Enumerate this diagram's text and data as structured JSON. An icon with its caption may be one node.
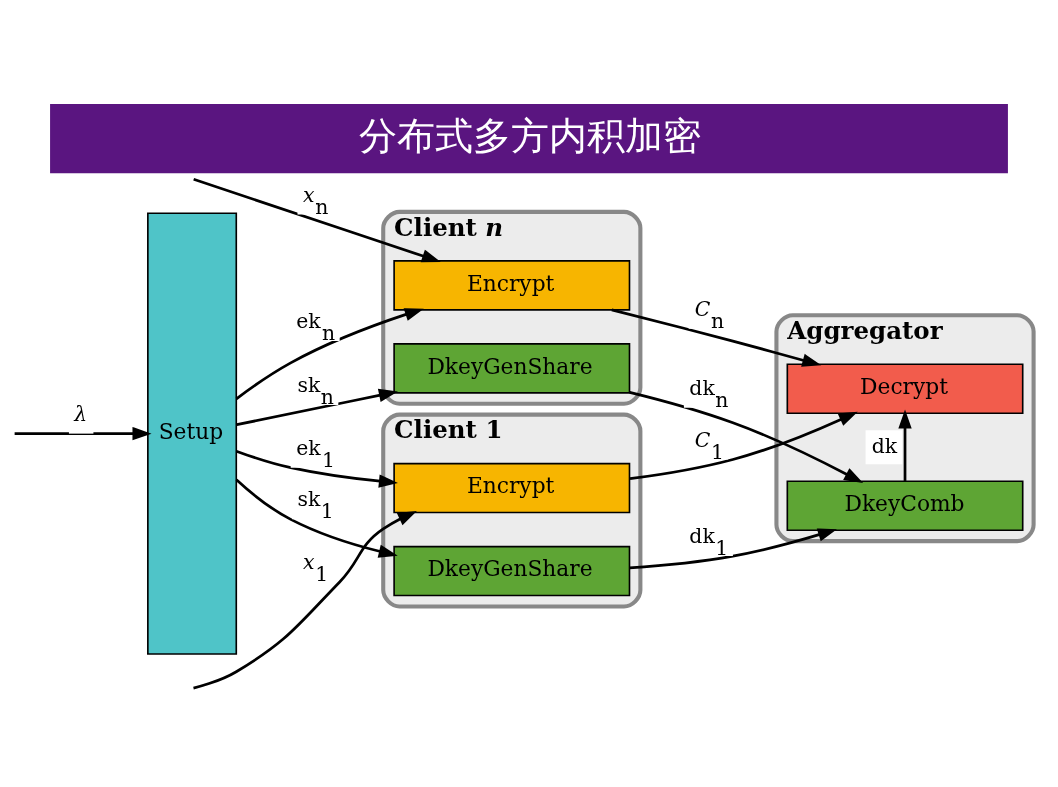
{
  "diagram": {
    "title": "分布式多方内积加密",
    "nodes": [
      {
        "text": [
          "Client 1"
        ]
      },
      {
        "text": [
          "Encrypt"
        ],
        "in": 0
      },
      {
        "text": [
          "DkeyGenShare"
        ],
        "in": 0
      },
      {
        "text": [
          "Client *n*"
        ]
      },
      {
        "text": [
          "Encrypt"
        ],
        "in": 3
      },
      {
        "text": [
          "DkeyGenShare"
        ],
        "in": 3
      },
      {
        "text": [
          "Setup"
        ]
      },
      {
        "text": [
          "Aggregator"
        ]
      },
      {
        "text": [
          "Decrypt"
        ],
        "in": 7
      },
      {
        "text": [
          "DkeyComb"
        ],
        "in": 7
      }
    ],
    "edges": [
      {
        "from": null,
        "to": 6,
        "arrow": "to",
        "label": "*λ*"
      },
      {
        "from": null,
        "to": 1,
        "arrow": "to",
        "label": "*x*$_{1}$"
      },
      {
        "from": null,
        "to": 4,
        "arrow": "to",
        "label": "*x*$_{n}$"
      },
      {
        "from": 6,
        "to": 1,
        "arrow": "to",
        "label": "ek$_{1}$"
      },
      {
        "from": 6,
        "to": 2,
        "arrow": "to",
        "label": "sk$_{1}$"
      },
      {
        "from": 6,
        "to": 4,
        "arrow": "to",
        "label": "ek$_{n}$"
      },
      {
        "from": 6,
        "to": 5,
        "arrow": "to",
        "label": "sk$_{n}$"
      },
      {
        "from": 1,
        "to": 8,
        "arrow": "to",
        "label": "*C*$_{1}$"
      },
      {
        "from": 2,
        "to": 9,
        "arrow": "to",
        "label": "dk$_{1}$"
      },
      {
        "from": 4,
        "to": 8,
        "arrow": "to",
        "label": "*C*$_{n}$"
      },
      {
        "from": 5,
        "to": 9,
        "arrow": "to",
        "label": "dk$_{n}$"
      },
      {
        "from": 9,
        "to": 8,
        "arrow": "to",
        "label": "dk"
      }
    ]
  }
}
